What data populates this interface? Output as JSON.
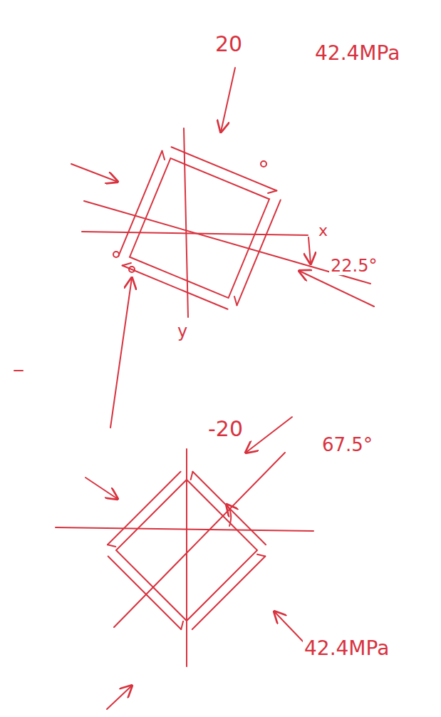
{
  "diagram": {
    "labels": [
      "20",
      "42.4MPa",
      "x",
      "22.5°",
      "y",
      "-20",
      "67.5°",
      "42.4MPa"
    ]
  }
}
